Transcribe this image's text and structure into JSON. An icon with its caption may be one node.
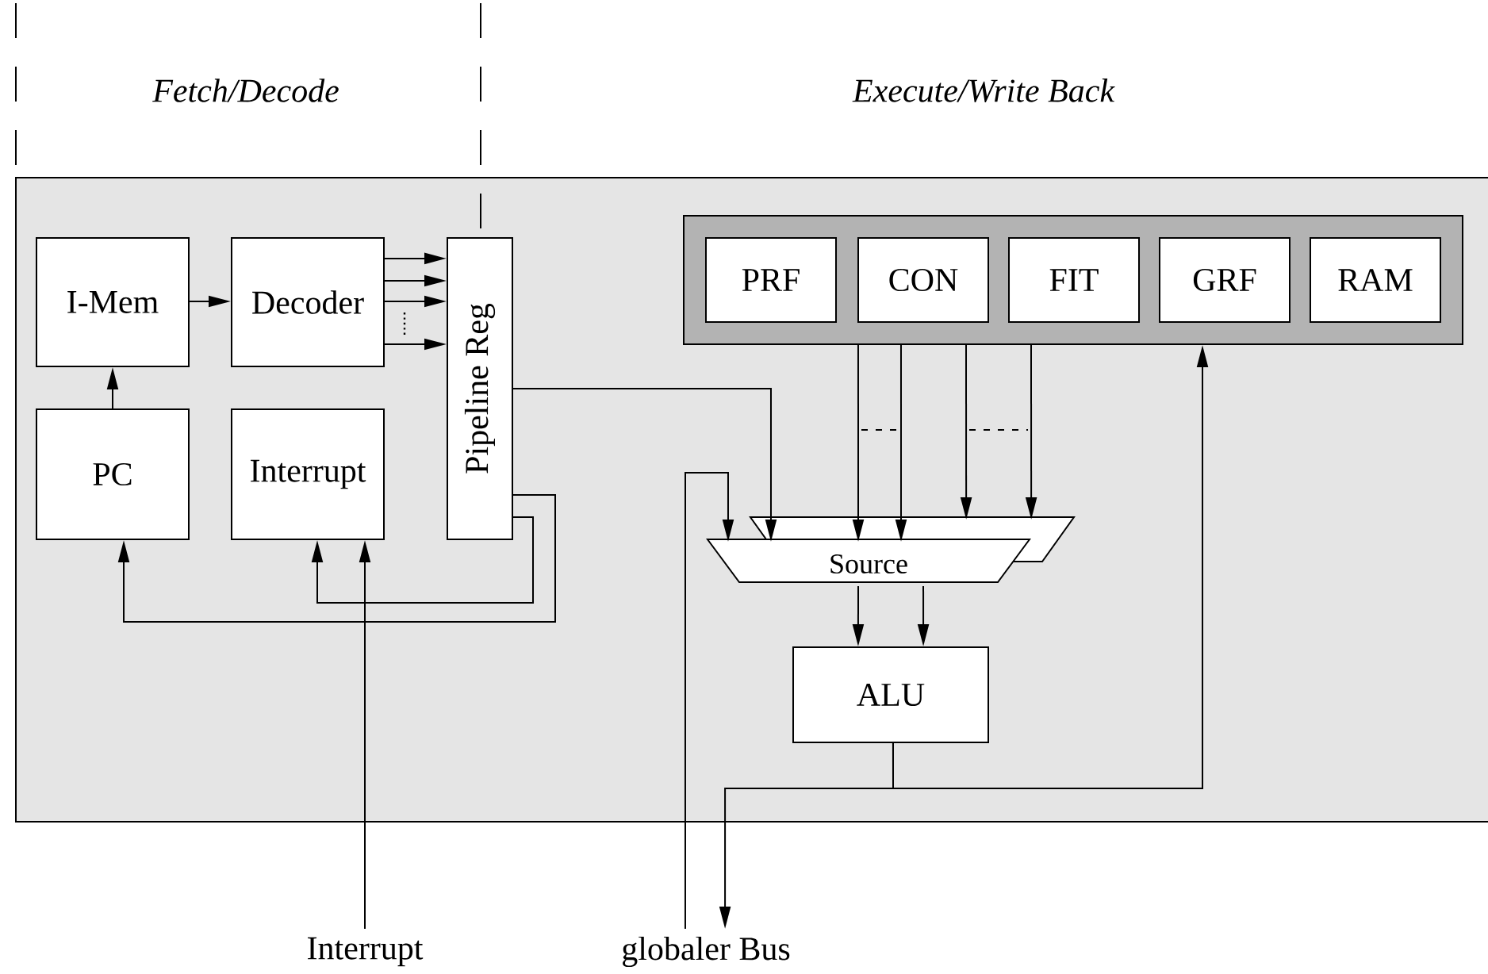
{
  "diagram": {
    "nodes": [
      {
        "text": [
          "I-Mem"
        ]
      },
      {
        "text": [
          "Decoder"
        ]
      },
      {
        "text": [
          "PC"
        ]
      },
      {
        "text": [
          "Interrupt"
        ]
      },
      {
        "text": [
          "Pipeline Reg"
        ]
      },
      {
        "text": [],
        "shape": "box"
      },
      {
        "text": [
          "PRF"
        ],
        "in": 5
      },
      {
        "text": [
          "CON"
        ],
        "in": 5
      },
      {
        "text": [
          "FIT"
        ],
        "in": 5
      },
      {
        "text": [
          "GRF"
        ],
        "in": 5
      },
      {
        "text": [
          "RAM"
        ],
        "in": 5
      },
      {
        "text": [
          "Source"
        ]
      },
      {
        "text": [],
        "shape": "trapezoid"
      },
      {
        "text": [
          "ALU"
        ]
      },
      {
        "text": [
          "Interrupt"
        ]
      },
      {
        "text": [
          "globaler Bus"
        ]
      }
    ],
    "edges": [
      {
        "from": 0,
        "to": 1,
        "arrow": "to"
      },
      {
        "from": 2,
        "to": 0,
        "arrow": "to"
      },
      {
        "from": 1,
        "to": 4,
        "arrow": "to"
      },
      {
        "from": 1,
        "to": 4,
        "arrow": "to"
      },
      {
        "from": 1,
        "to": 4,
        "arrow": "to"
      },
      {
        "from": 1,
        "to": 4,
        "arrow": "to"
      },
      {
        "from": 4,
        "to": 11,
        "arrow": "to"
      },
      {
        "from": 4,
        "to": 2,
        "arrow": "to"
      },
      {
        "from": 4,
        "to": 3,
        "arrow": "to"
      },
      {
        "from": 14,
        "to": 3,
        "arrow": "to"
      },
      {
        "from": 15,
        "to": 11,
        "arrow": "to"
      },
      {
        "from": 5,
        "to": 11,
        "arrow": "to"
      },
      {
        "from": 5,
        "to": 11,
        "arrow": "to"
      },
      {
        "from": 5,
        "to": 12,
        "arrow": "to"
      },
      {
        "from": 5,
        "to": 12,
        "arrow": "to"
      },
      {
        "from": 11,
        "to": 13,
        "arrow": "to"
      },
      {
        "from": 11,
        "to": 13,
        "arrow": "to"
      },
      {
        "from": 13,
        "to": 5,
        "arrow": "to"
      },
      {
        "from": 13,
        "to": 15,
        "arrow": "to"
      }
    ],
    "labels": [
      "Fetch/Decode",
      "Execute/Write Back"
    ]
  }
}
